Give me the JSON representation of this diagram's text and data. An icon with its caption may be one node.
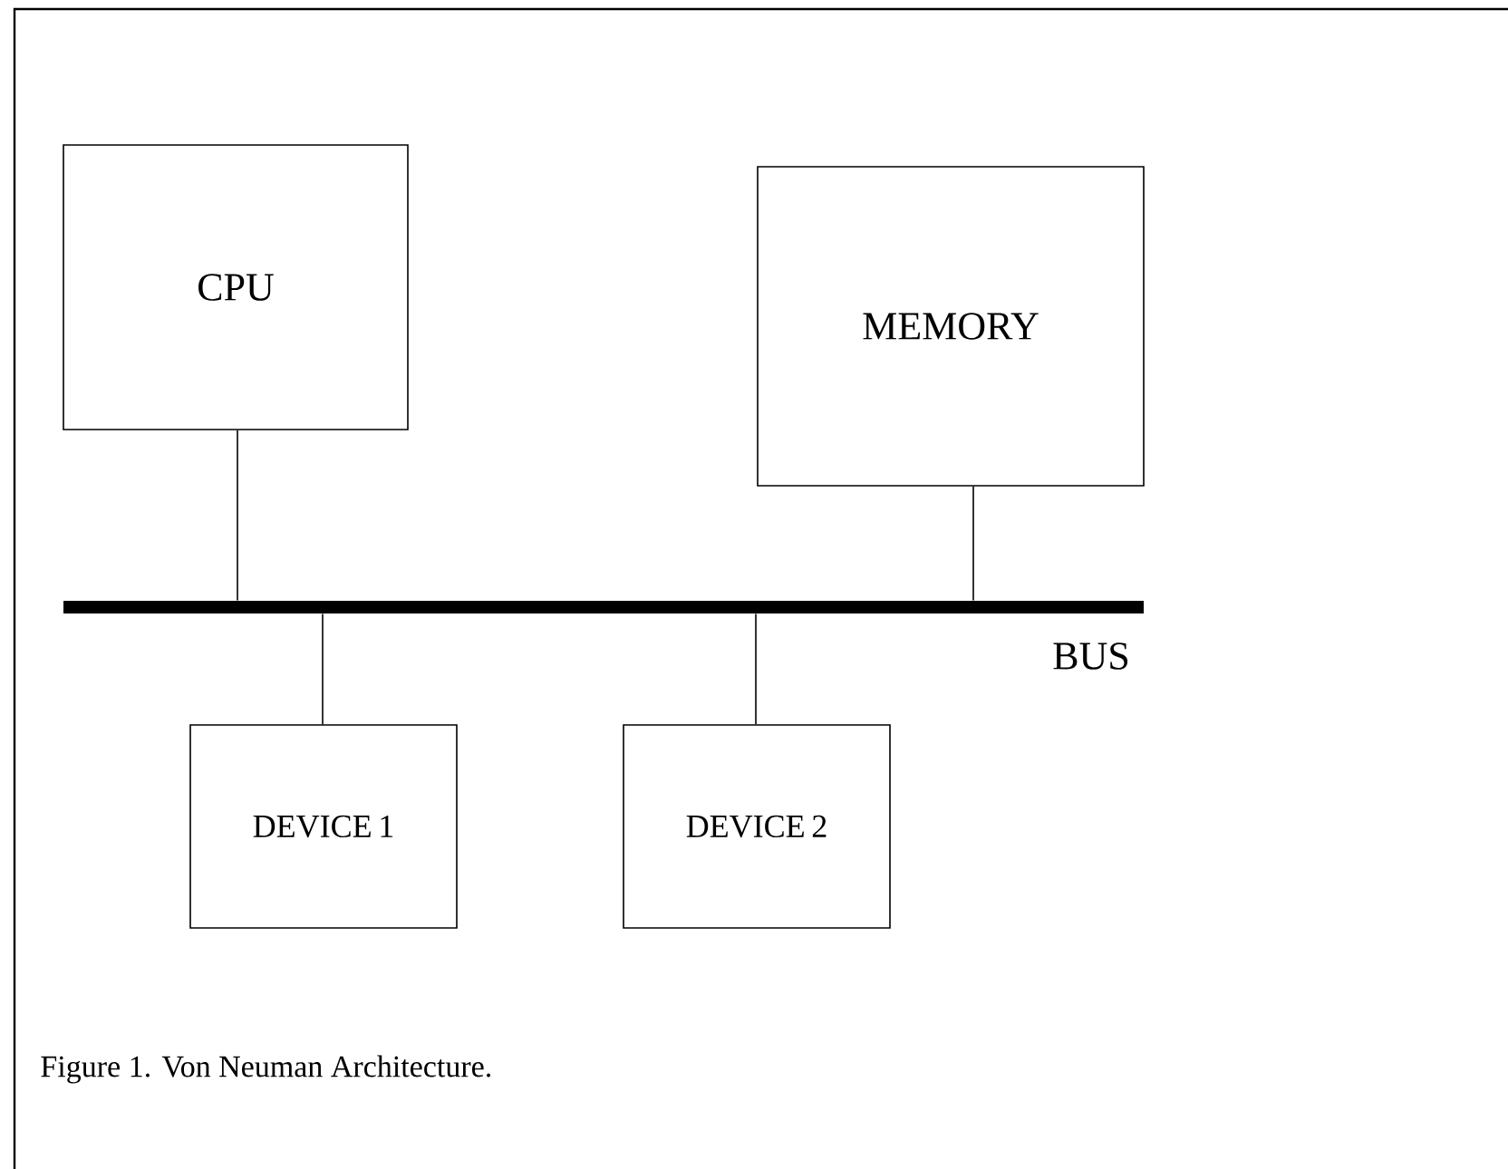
{
  "diagram": {
    "caption": "Figure 1. Von Neuman Architecture.",
    "nodes": [
      {
        "text": [
          "CPU"
        ]
      },
      {
        "text": [
          "MEMORY"
        ]
      },
      {
        "text": [
          "BUS"
        ]
      },
      {
        "text": [
          "DEVICE 1"
        ]
      },
      {
        "text": [
          "DEVICE 2"
        ]
      }
    ],
    "edges": [
      {
        "from": 0,
        "to": 2,
        "arrow": "none"
      },
      {
        "from": 1,
        "to": 2,
        "arrow": "none"
      },
      {
        "from": 2,
        "to": 3,
        "arrow": "none"
      },
      {
        "from": 2,
        "to": 4,
        "arrow": "none"
      }
    ]
  }
}
